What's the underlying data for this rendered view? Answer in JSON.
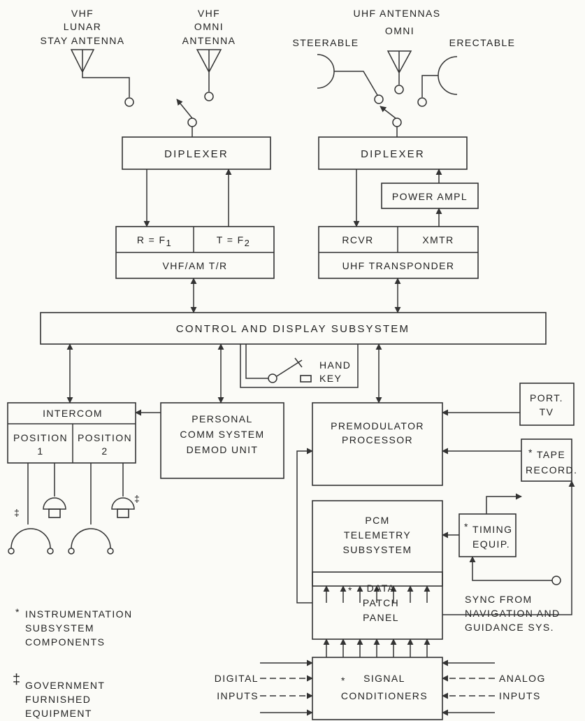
{
  "antennas": {
    "vhf_lunar_stay": [
      "VHF",
      "LUNAR",
      "STAY ANTENNA"
    ],
    "vhf_omni": [
      "VHF",
      "OMNI",
      "ANTENNA"
    ],
    "uhf_header": "UHF ANTENNAS",
    "uhf_steerable": "STEERABLE",
    "uhf_omni": "OMNI",
    "uhf_erectable": "ERECTABLE"
  },
  "blocks": {
    "vhf_diplexer": "DIPLEXER",
    "uhf_diplexer": "DIPLEXER",
    "power_ampl": "POWER AMPL",
    "vhf_rx": "R = F",
    "vhf_rx_sub": "1",
    "vhf_tx": "T = F",
    "vhf_tx_sub": "2",
    "vhf_tr": "VHF/AM T/R",
    "uhf_rcvr": "RCVR",
    "uhf_xmtr": "XMTR",
    "uhf_transponder": "UHF TRANSPONDER",
    "control_display": "CONTROL AND DISPLAY SUBSYSTEM",
    "hand_key": [
      "HAND",
      "KEY"
    ],
    "intercom": "INTERCOM",
    "position_1": [
      "POSITION",
      "1"
    ],
    "position_2": [
      "POSITION",
      "2"
    ],
    "personal_comm": [
      "PERSONAL",
      "COMM SYSTEM",
      "DEMOD UNIT"
    ],
    "port_tv": [
      "PORT.",
      "TV"
    ],
    "premodulator": [
      "PREMODULATOR",
      "PROCESSOR"
    ],
    "tape_record": [
      "TAPE",
      "RECORD."
    ],
    "pcm": [
      "PCM",
      "TELEMETRY",
      "SUBSYSTEM"
    ],
    "timing": [
      "TIMING",
      "EQUIP."
    ],
    "sync": [
      "SYNC FROM",
      "NAVIGATION AND",
      "GUIDANCE SYS."
    ],
    "data_patch": [
      "DATA",
      "PATCH",
      "PANEL"
    ],
    "signal_conditioners": [
      "SIGNAL",
      "CONDITIONERS"
    ],
    "digital_inputs": [
      "DIGITAL",
      "INPUTS"
    ],
    "analog_inputs": [
      "ANALOG",
      "INPUTS"
    ]
  },
  "legend": {
    "asterisk_symbol": "*",
    "asterisk_text": [
      "INSTRUMENTATION",
      "SUBSYSTEM",
      "COMPONENTS"
    ],
    "dagger_symbol": "‡",
    "dagger_text": [
      "GOVERNMENT",
      "FURNISHED",
      "EQUIPMENT"
    ]
  },
  "colors": {
    "line": "#333333",
    "text": "#222222",
    "background": "#fbfbf7"
  }
}
